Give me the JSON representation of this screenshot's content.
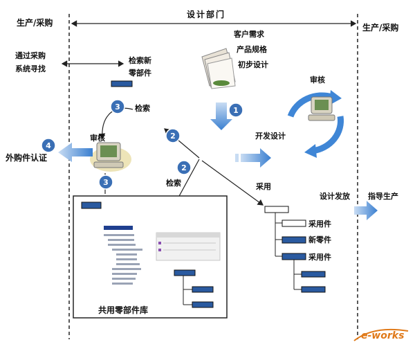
{
  "labels": {
    "design_department": "设计部门",
    "production_left": "生产/采购",
    "production_right": "生产/采购",
    "purchasing_search": "通过采购\n系统寻找",
    "search_new_parts": "检索新\n零部件",
    "customer_req": "客户需求",
    "product_spec": "产品规格",
    "prelim_design": "初步设计",
    "review_top": "审核",
    "review_left": "审核",
    "search_top": "检索",
    "search_bottom": "检索",
    "develop_design": "开发设计",
    "reuse": "采用",
    "outsourced_cert": "外购件认证",
    "design_release": "设计发放",
    "guide_production": "指导生产",
    "reuse_part": "采用件",
    "new_part": "新零件",
    "reuse_part_2": "采用件",
    "common_parts_library": "共用零部件库",
    "watermark": "e-works"
  },
  "badges": {
    "b1": "1",
    "b2a": "2",
    "b2b": "2",
    "b3a": "3",
    "b3b": "3",
    "b4": "4"
  },
  "colors": {
    "badge_blue": "#3a6fb5",
    "arrow_blue": "#4a90d9",
    "box_fill": "#2a5aa0",
    "cycle_blue": "#3f86d6",
    "watermark_orange": "#e07a1a"
  }
}
